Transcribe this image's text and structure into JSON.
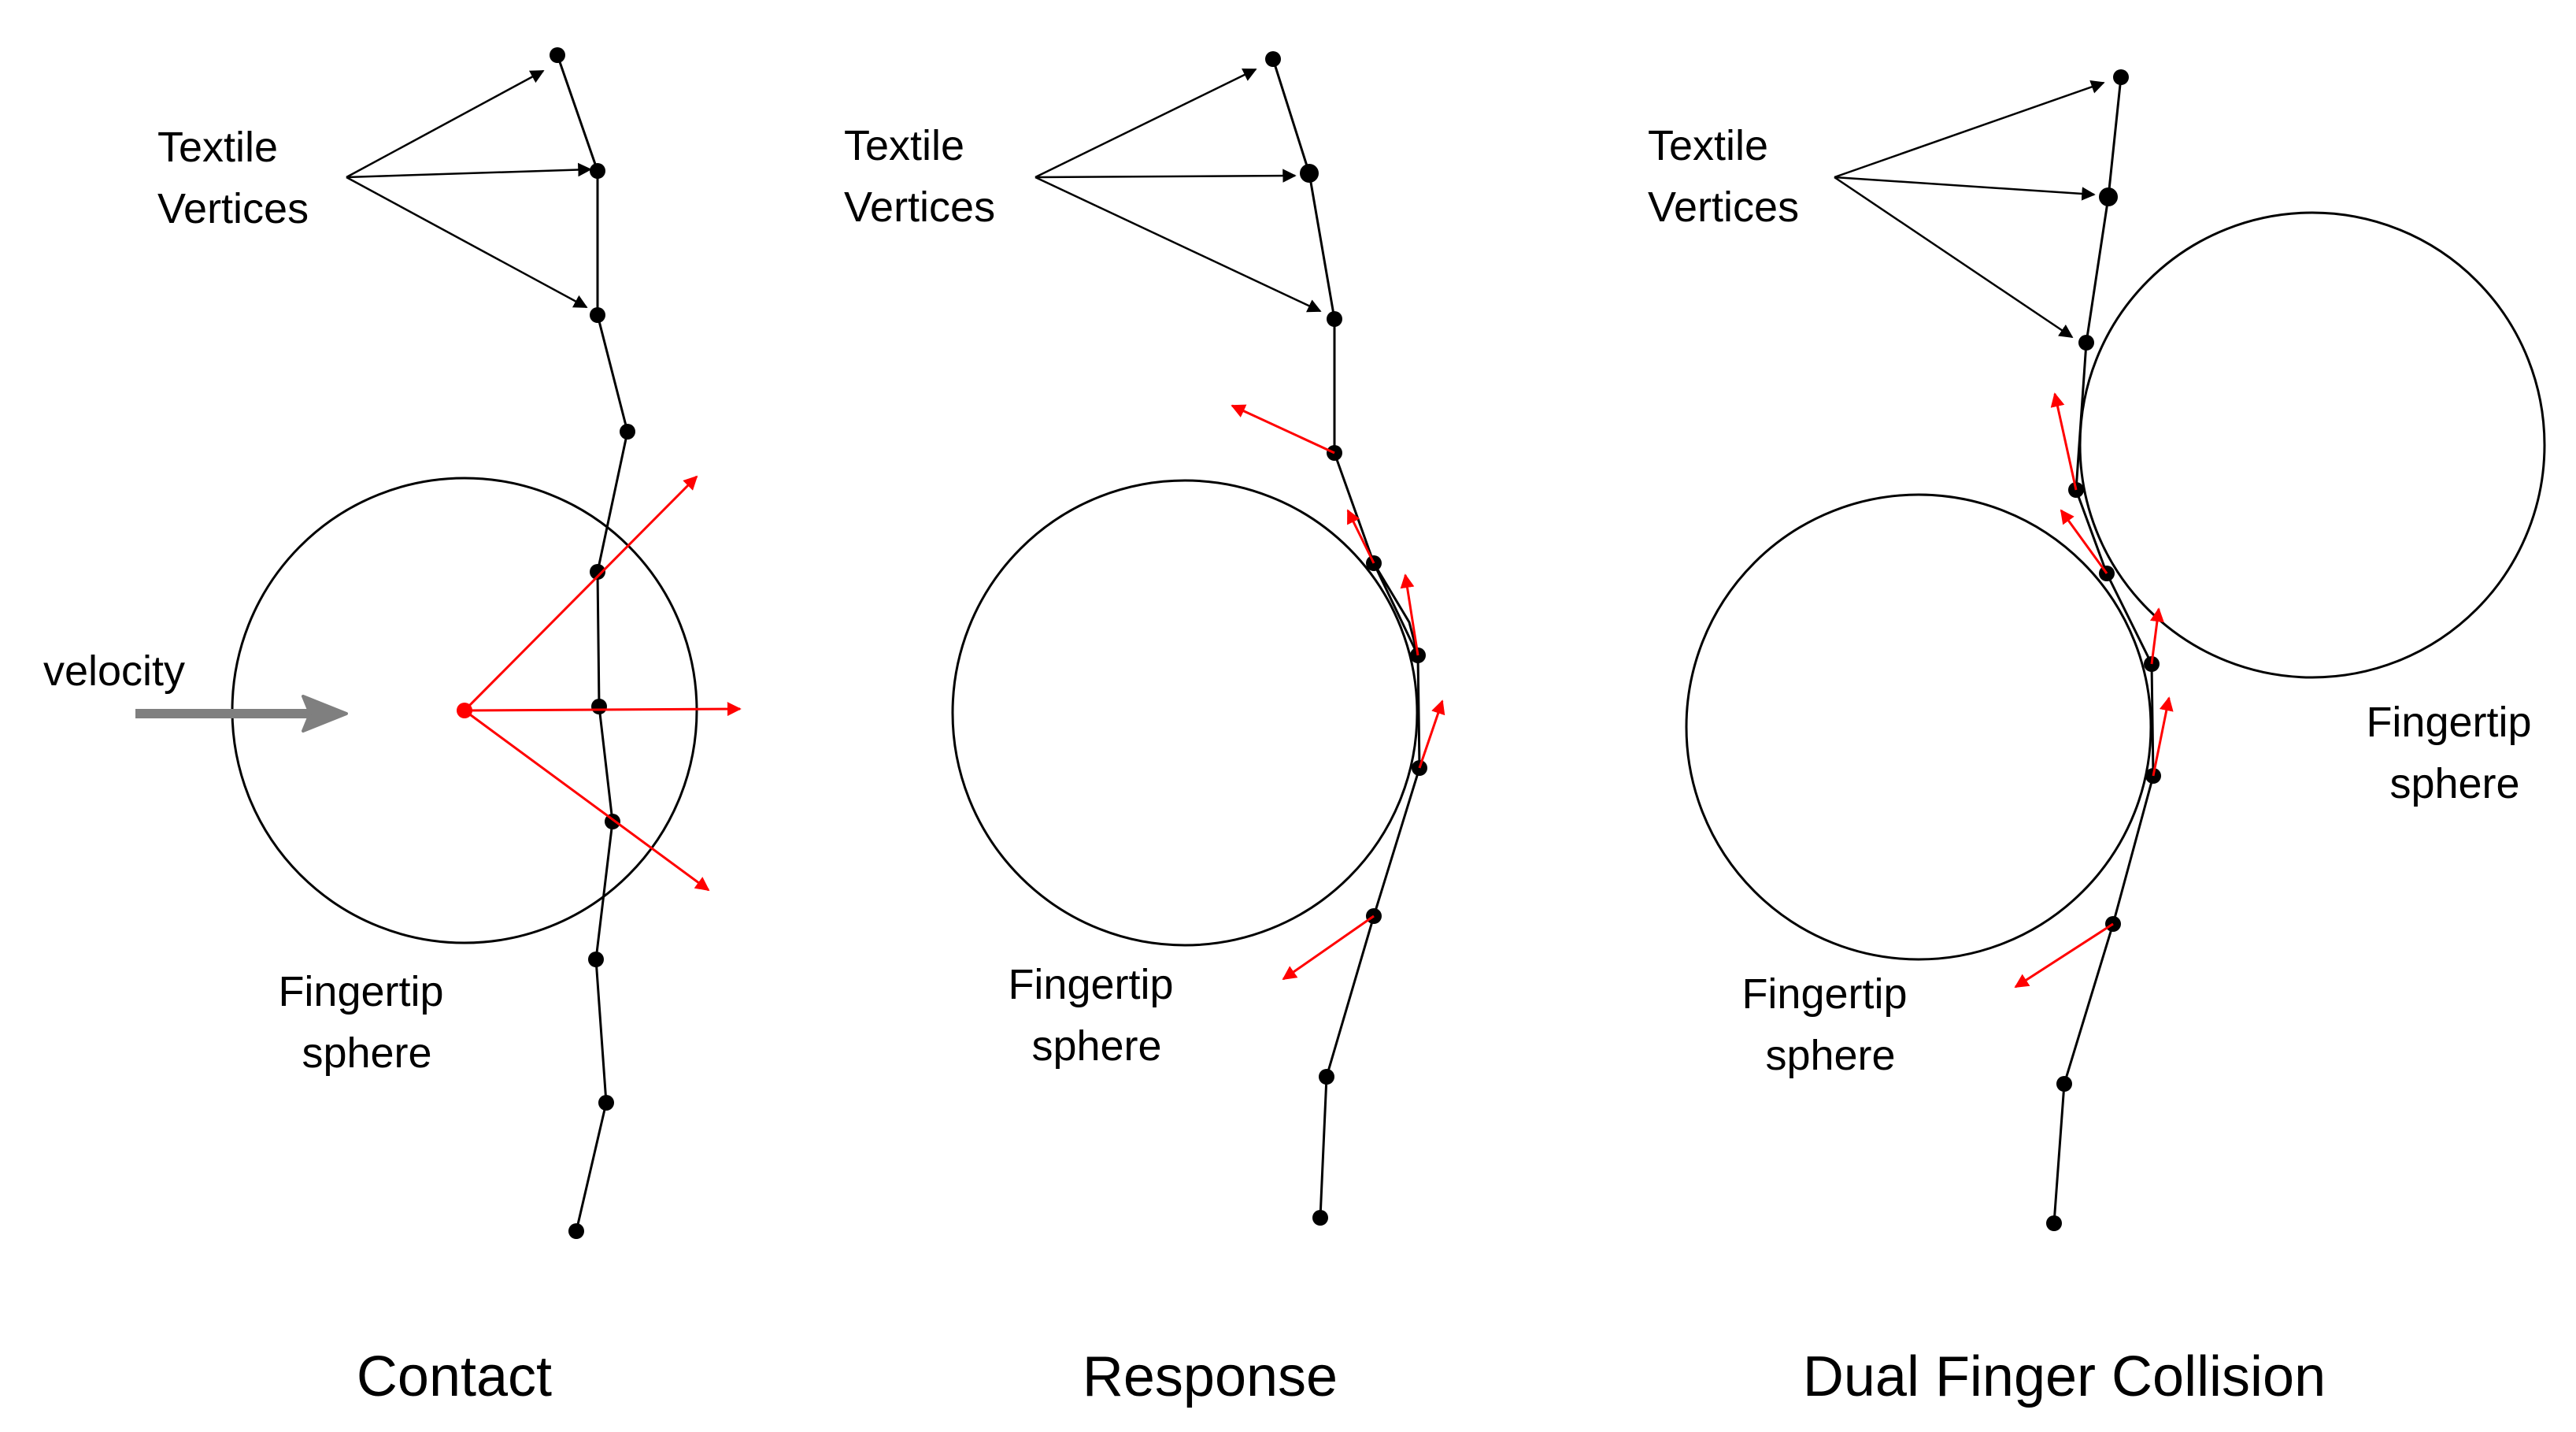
{
  "colors": {
    "line": "#000000",
    "vertex": "#000000",
    "force": "#ff0000",
    "velocity_arrow": "#7f7f7f",
    "background": "#ffffff"
  },
  "panels": [
    {
      "caption": "Contact",
      "textile_label": [
        "Textile",
        "Vertices"
      ],
      "sphere_label": [
        "Fingertip",
        "sphere"
      ],
      "velocity_label": "velocity"
    },
    {
      "caption": "Response",
      "textile_label": [
        "Textile",
        "Vertices"
      ],
      "sphere_label": [
        "Fingertip",
        "sphere"
      ]
    },
    {
      "caption": "Dual Finger Collision",
      "textile_label": [
        "Textile",
        "Vertices"
      ],
      "sphere_label_lower": [
        "Fingertip",
        "sphere"
      ],
      "sphere_label_upper": [
        "Fingertip",
        "sphere"
      ]
    }
  ]
}
